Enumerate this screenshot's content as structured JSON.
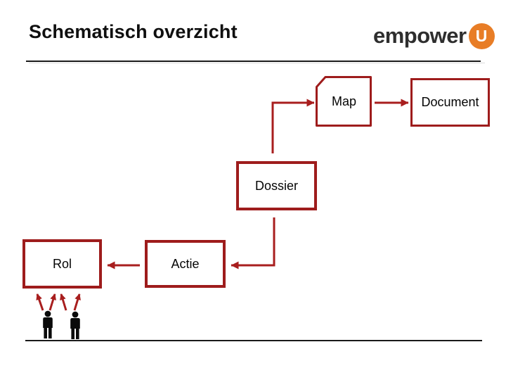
{
  "slide": {
    "title": "Schematisch overzicht"
  },
  "logo": {
    "wordmark": "empower",
    "badge_letter": "U"
  },
  "colors": {
    "box_border": "#9e1c1c",
    "connector": "#a81e1e",
    "logo_orange": "#e87d26",
    "logo_text": "#2e2e2e",
    "divider": "#1a1a1a"
  },
  "diagram": {
    "nodes": [
      {
        "id": "map",
        "label": "Map",
        "shape": "folded-corner-rect"
      },
      {
        "id": "document",
        "label": "Document",
        "shape": "rect"
      },
      {
        "id": "dossier",
        "label": "Dossier",
        "shape": "rect"
      },
      {
        "id": "actie",
        "label": "Actie",
        "shape": "rect"
      },
      {
        "id": "rol",
        "label": "Rol",
        "shape": "rect"
      }
    ],
    "connections": [
      {
        "from": "dossier",
        "to": "map",
        "style": "elbow-arrow"
      },
      {
        "from": "map",
        "to": "document",
        "style": "straight-arrow"
      },
      {
        "from": "dossier",
        "to": "actie",
        "style": "elbow-arrow"
      },
      {
        "from": "actie",
        "to": "rol",
        "style": "straight-arrow"
      },
      {
        "from": "persons",
        "to": "rol",
        "style": "up-arrows",
        "arrow_count": 4
      }
    ],
    "person_count": 2
  }
}
